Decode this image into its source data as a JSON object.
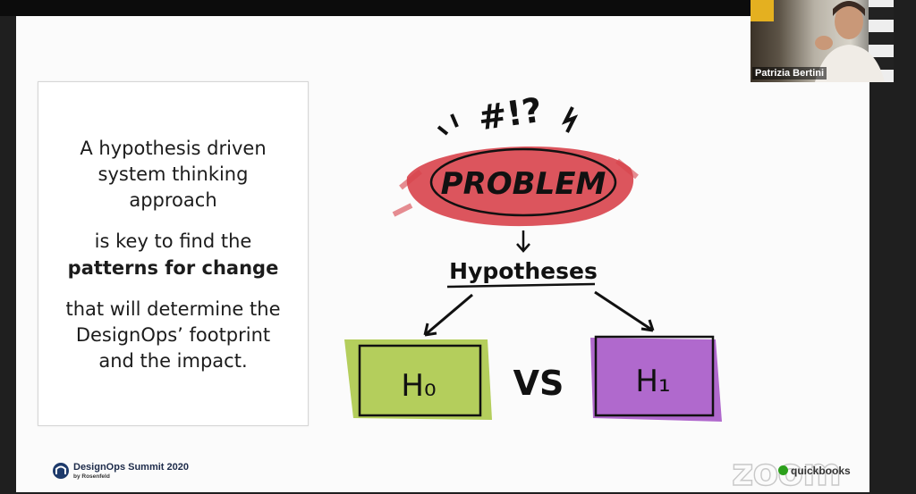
{
  "slide": {
    "text_lines": [
      "A hypothesis driven",
      "system thinking",
      "approach",
      "is key to find the",
      "patterns for change",
      "that will determine the",
      "DesignOps’ footprint",
      "and the impact."
    ],
    "diagram": {
      "exclaim": "#!?",
      "problem": "PROBLEM",
      "hypotheses": "Hypotheses",
      "h0": "H₀",
      "vs": "VS",
      "h1": "H₁",
      "colors": {
        "problem": "#d8434b",
        "h0": "#a7c640",
        "h1": "#a24fc4"
      }
    },
    "branding": {
      "event": "DesignOps Summit 2020",
      "organizer": "by Rosenfeld"
    },
    "sponsor": "quickbooks",
    "watermark": "zoom"
  },
  "video": {
    "participant_name": "Patrizia Bertini"
  }
}
